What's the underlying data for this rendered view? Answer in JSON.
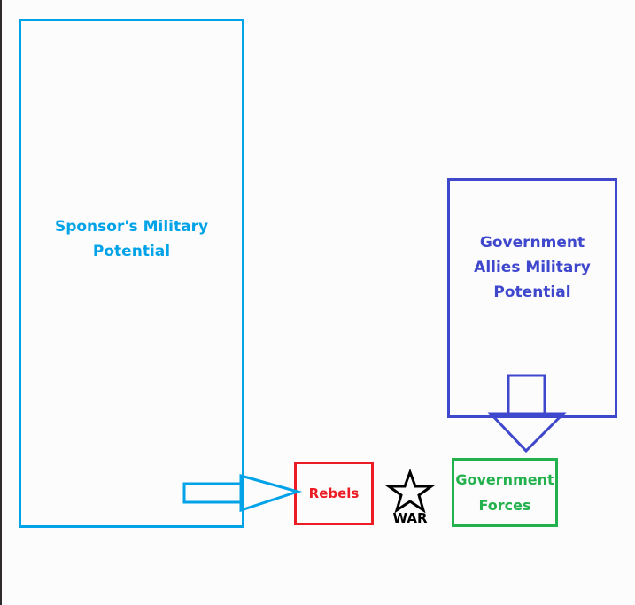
{
  "sponsor": {
    "label": "Sponsor's Military Potential",
    "line1": "Sponsor's Military",
    "line2": "Potential"
  },
  "allies": {
    "line1": "Government",
    "line2": "Allies Military",
    "line3": "Potential"
  },
  "rebels": {
    "label": "Rebels"
  },
  "government_forces": {
    "line1": "Government",
    "line2": "Forces"
  },
  "war": {
    "label": "WAR"
  },
  "colors": {
    "sponsor": "#00a2e8",
    "allies": "#3f48cc",
    "rebels": "#ed1c24",
    "government": "#22b14c"
  }
}
